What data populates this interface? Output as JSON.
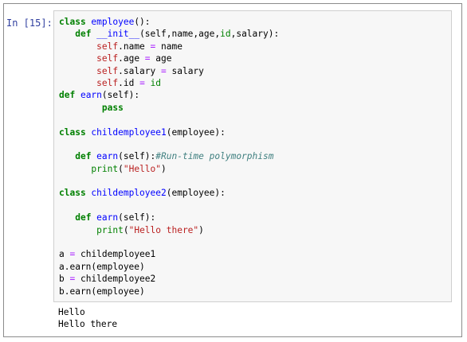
{
  "cell": {
    "prompt": "In [15]:",
    "code_lines": [
      [
        {
          "t": "kw",
          "v": "class "
        },
        {
          "t": "nm",
          "v": "employee"
        },
        {
          "t": "pn",
          "v": "():"
        }
      ],
      [
        {
          "t": "tx",
          "v": "   "
        },
        {
          "t": "kw",
          "v": "def "
        },
        {
          "t": "nm",
          "v": "__init__"
        },
        {
          "t": "pn",
          "v": "(self,name,age,"
        },
        {
          "t": "bi",
          "v": "id"
        },
        {
          "t": "pn",
          "v": ",salary):"
        }
      ],
      [
        {
          "t": "tx",
          "v": "       "
        },
        {
          "t": "sf",
          "v": "self"
        },
        {
          "t": "pn",
          "v": ".name "
        },
        {
          "t": "op",
          "v": "="
        },
        {
          "t": "pn",
          "v": " name"
        }
      ],
      [
        {
          "t": "tx",
          "v": "       "
        },
        {
          "t": "sf",
          "v": "self"
        },
        {
          "t": "pn",
          "v": ".age "
        },
        {
          "t": "op",
          "v": "="
        },
        {
          "t": "pn",
          "v": " age"
        }
      ],
      [
        {
          "t": "tx",
          "v": "       "
        },
        {
          "t": "sf",
          "v": "self"
        },
        {
          "t": "pn",
          "v": ".salary "
        },
        {
          "t": "op",
          "v": "="
        },
        {
          "t": "pn",
          "v": " salary"
        }
      ],
      [
        {
          "t": "tx",
          "v": "       "
        },
        {
          "t": "sf",
          "v": "self"
        },
        {
          "t": "pn",
          "v": ".id "
        },
        {
          "t": "op",
          "v": "="
        },
        {
          "t": "pn",
          "v": " "
        },
        {
          "t": "bi",
          "v": "id"
        }
      ],
      [
        {
          "t": "kw",
          "v": "def "
        },
        {
          "t": "nm",
          "v": "earn"
        },
        {
          "t": "pn",
          "v": "(self):"
        }
      ],
      [
        {
          "t": "tx",
          "v": "        "
        },
        {
          "t": "kw",
          "v": "pass"
        }
      ],
      [],
      [
        {
          "t": "kw",
          "v": "class "
        },
        {
          "t": "nm",
          "v": "childemployee1"
        },
        {
          "t": "pn",
          "v": "(employee):"
        }
      ],
      [],
      [
        {
          "t": "tx",
          "v": "   "
        },
        {
          "t": "kw",
          "v": "def "
        },
        {
          "t": "nm",
          "v": "earn"
        },
        {
          "t": "pn",
          "v": "(self):"
        },
        {
          "t": "cm",
          "v": "#Run-time polymorphism"
        }
      ],
      [
        {
          "t": "tx",
          "v": "      "
        },
        {
          "t": "bi",
          "v": "print"
        },
        {
          "t": "pn",
          "v": "("
        },
        {
          "t": "st",
          "v": "\"Hello\""
        },
        {
          "t": "pn",
          "v": ")"
        }
      ],
      [],
      [
        {
          "t": "kw",
          "v": "class "
        },
        {
          "t": "nm",
          "v": "childemployee2"
        },
        {
          "t": "pn",
          "v": "(employee):"
        }
      ],
      [],
      [
        {
          "t": "tx",
          "v": "   "
        },
        {
          "t": "kw",
          "v": "def "
        },
        {
          "t": "nm",
          "v": "earn"
        },
        {
          "t": "pn",
          "v": "(self):"
        }
      ],
      [
        {
          "t": "tx",
          "v": "       "
        },
        {
          "t": "bi",
          "v": "print"
        },
        {
          "t": "pn",
          "v": "("
        },
        {
          "t": "st",
          "v": "\"Hello there\""
        },
        {
          "t": "pn",
          "v": ")"
        }
      ],
      [],
      [
        {
          "t": "pn",
          "v": "a "
        },
        {
          "t": "op",
          "v": "="
        },
        {
          "t": "pn",
          "v": " childemployee1"
        }
      ],
      [
        {
          "t": "pn",
          "v": "a.earn(employee)"
        }
      ],
      [
        {
          "t": "pn",
          "v": "b "
        },
        {
          "t": "op",
          "v": "="
        },
        {
          "t": "pn",
          "v": " childemployee2"
        }
      ],
      [
        {
          "t": "pn",
          "v": "b.earn(employee)"
        }
      ]
    ],
    "output_lines": [
      "Hello",
      "Hello there"
    ]
  },
  "colors": {
    "prompt": "#303f9f",
    "keyword": "#008000",
    "name": "#0000ff",
    "operator": "#aa22ff",
    "string": "#ba2121",
    "comment": "#408080",
    "cell_bg": "#f7f7f7",
    "cell_border": "#cfcfcf"
  }
}
